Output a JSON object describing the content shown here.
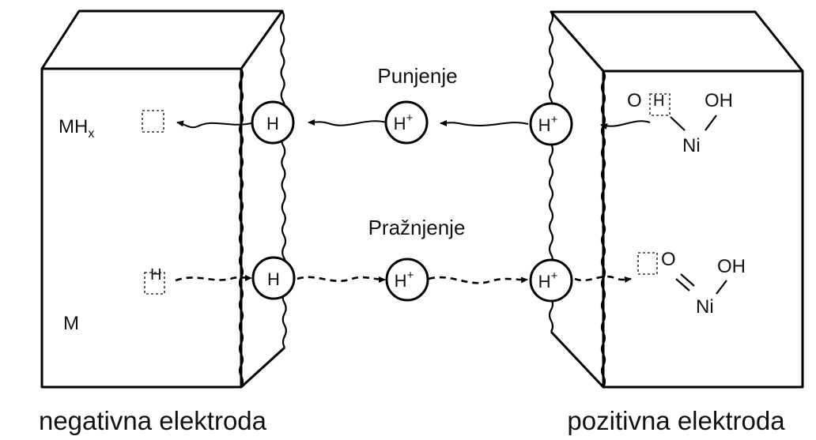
{
  "charge_label": "Punjenje",
  "discharge_label": "Pražnjenje",
  "negative_electrode": {
    "caption": "negativna elektroda",
    "top_species": "MH",
    "top_species_subscript": "x",
    "bottom_species": "M"
  },
  "positive_electrode": {
    "caption": "pozitivna elektroda"
  },
  "ions": {
    "hydrogen": "H",
    "proton": "H",
    "proton_charge": "+"
  },
  "molecule_top": {
    "o_label": "O",
    "h_label": "H",
    "oh_label": "OH",
    "ni_label": "Ni"
  },
  "molecule_bottom": {
    "h_label": "H",
    "o_label": "O",
    "oh_label": "OH",
    "ni_label": "Ni"
  }
}
